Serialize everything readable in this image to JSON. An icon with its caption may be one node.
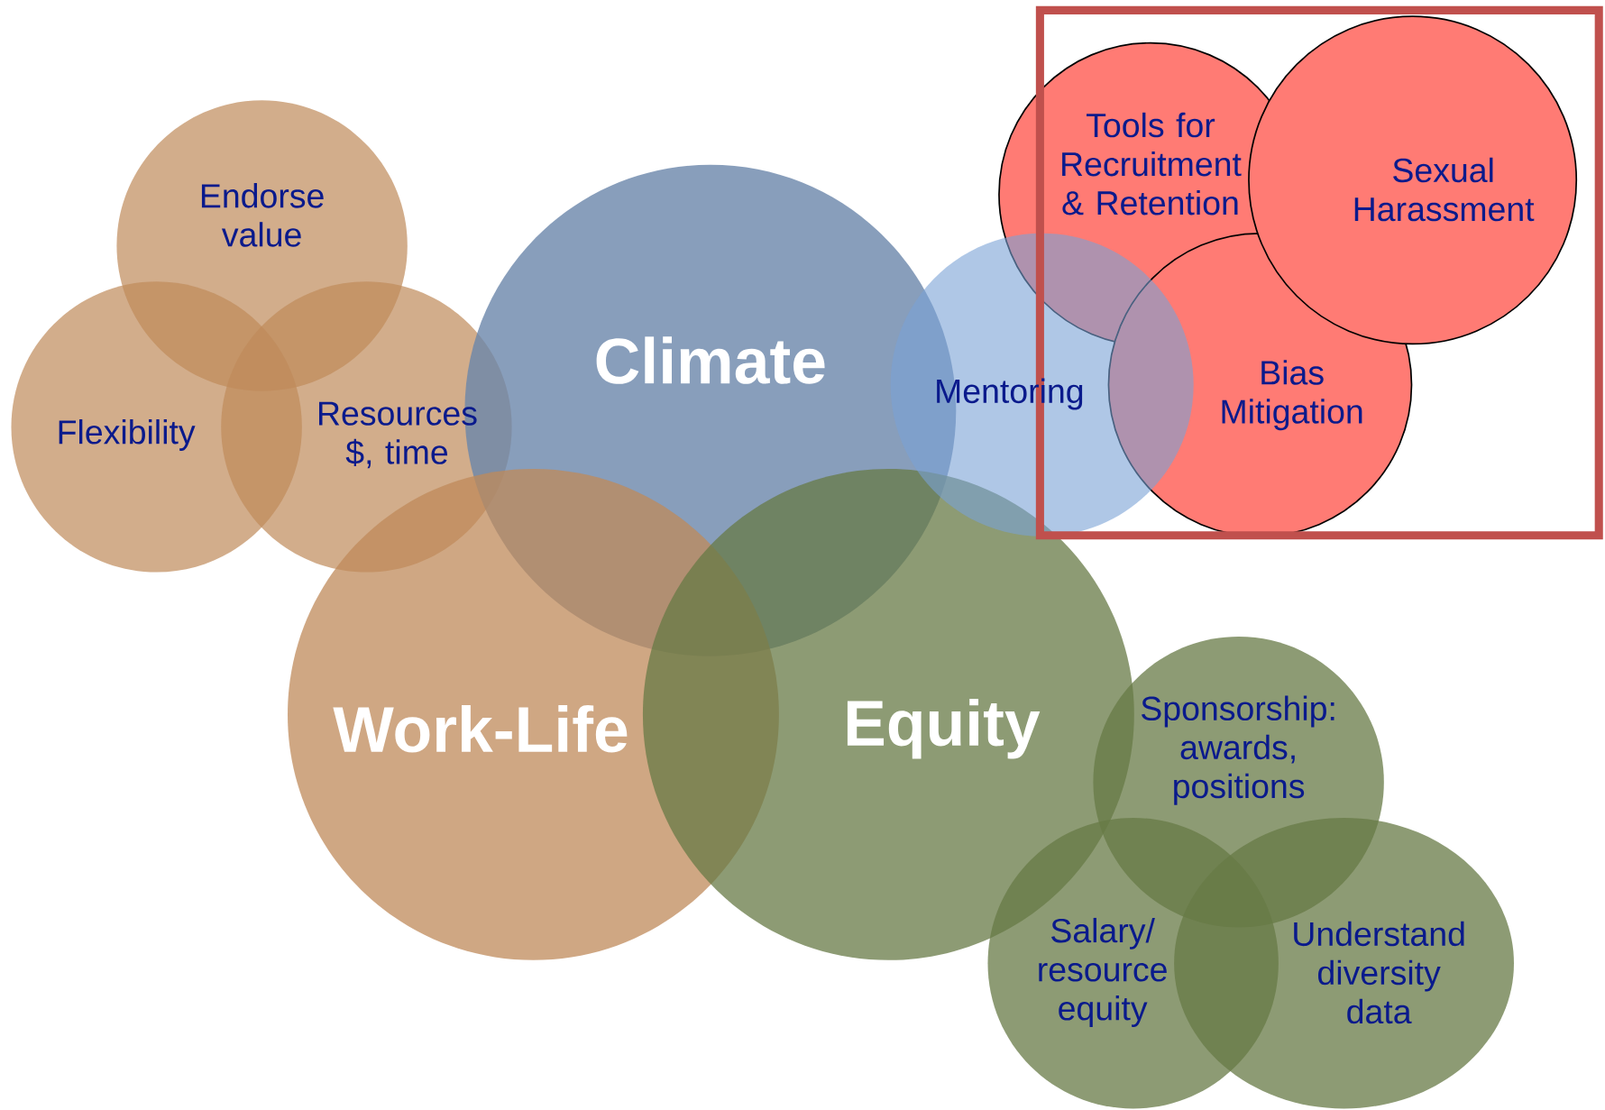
{
  "diagram": {
    "nodes": [
      {
        "text": [
          "Climate"
        ]
      },
      {
        "text": [
          "Work-Life"
        ]
      },
      {
        "text": [
          "Equity"
        ]
      },
      {
        "text": [
          "Endorse value"
        ]
      },
      {
        "text": [
          "Flexibility"
        ]
      },
      {
        "text": [
          "Resources $, time"
        ]
      },
      {
        "text": [
          "Mentoring"
        ]
      },
      {
        "text": [
          "Tools for Recruitment & Retention"
        ]
      },
      {
        "text": [
          "Sexual Harassment"
        ]
      },
      {
        "text": [
          "Bias Mitigation"
        ]
      },
      {
        "text": [
          "Sponsorship: awards, positions"
        ]
      },
      {
        "text": [
          "Salary/ resource equity"
        ]
      },
      {
        "text": [
          "Understand diversity data"
        ]
      }
    ]
  }
}
